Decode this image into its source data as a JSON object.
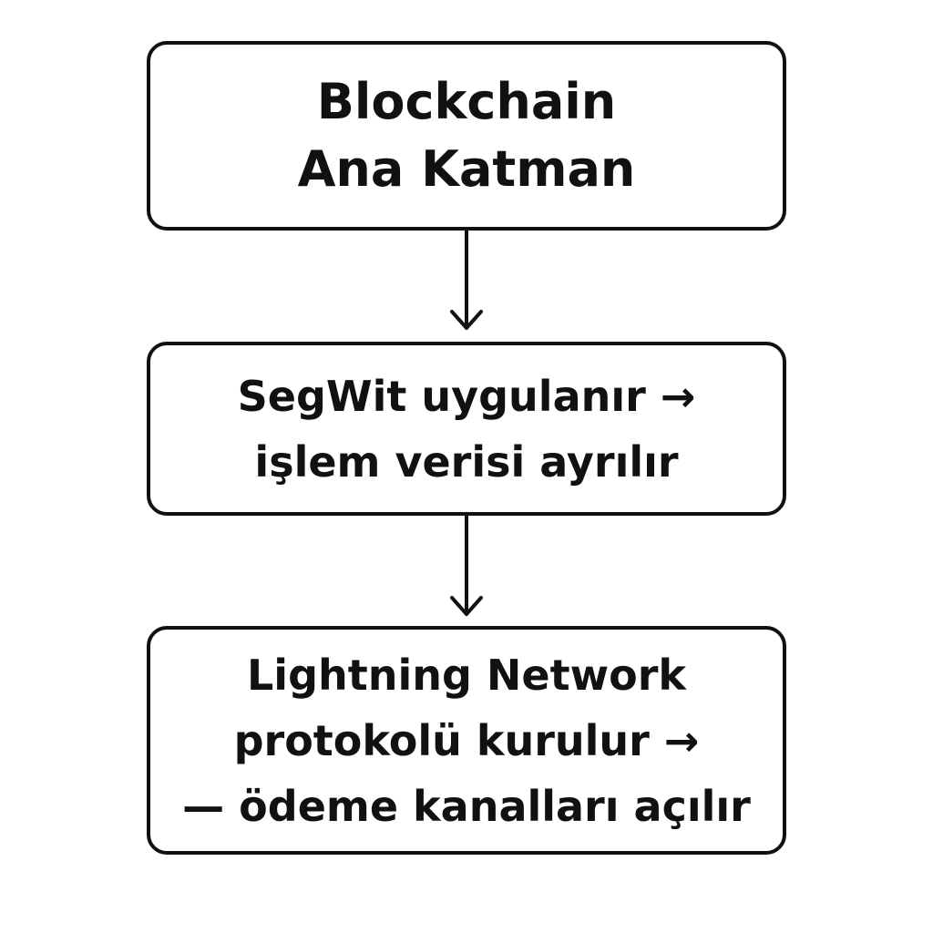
{
  "diagram": {
    "nodes": [
      {
        "id": "node-1",
        "lines": [
          "Blockchain",
          "Ana Katman"
        ]
      },
      {
        "id": "node-2",
        "lines": [
          "SegWit uygulanır →",
          "işlem verisi ayrılır"
        ]
      },
      {
        "id": "node-3",
        "lines": [
          "Lightning Network",
          "protokolü kurulur →",
          "— ödeme kanalları açılır"
        ]
      }
    ],
    "edges": [
      {
        "from": "node-1",
        "to": "node-2"
      },
      {
        "from": "node-2",
        "to": "node-3"
      }
    ],
    "colors": {
      "stroke": "#111111",
      "background": "#ffffff",
      "text": "#111111"
    }
  }
}
